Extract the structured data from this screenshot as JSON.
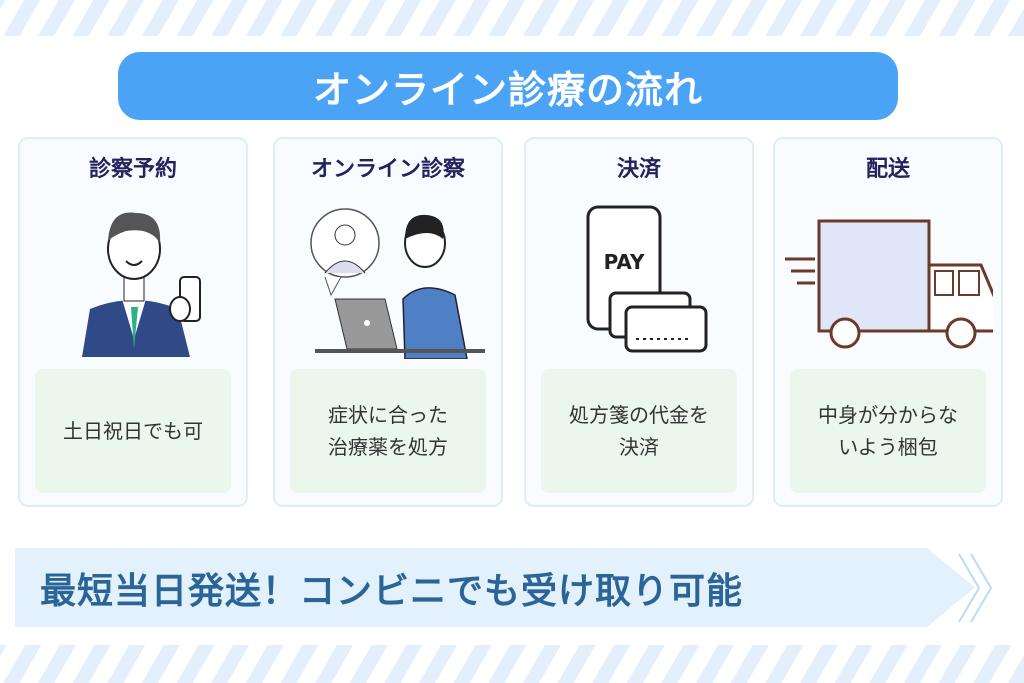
{
  "title": "オンライン診療の流れ",
  "steps": [
    {
      "heading": "診察予約",
      "lines": [
        "土日祝日でも可"
      ],
      "icon": "man-with-phone"
    },
    {
      "heading": "オンライン診察",
      "lines": [
        "症状に合った",
        "治療薬を処方"
      ],
      "icon": "video-consultation"
    },
    {
      "heading": "決済",
      "lines": [
        "処方箋の代金を",
        "決済"
      ],
      "icon": "phone-pay-card",
      "pay_label": "PAY"
    },
    {
      "heading": "配送",
      "lines": [
        "中身が分からな",
        "いよう梱包"
      ],
      "icon": "delivery-truck"
    }
  ],
  "banner": "最短当日発送！コンビニでも受け取り可能",
  "colors": {
    "title_bg": "#4aa3f5",
    "heading": "#22235e",
    "note_bg": "#ebf6ec",
    "banner_bg": "#e3f1fc",
    "banner_text": "#2b6597"
  }
}
